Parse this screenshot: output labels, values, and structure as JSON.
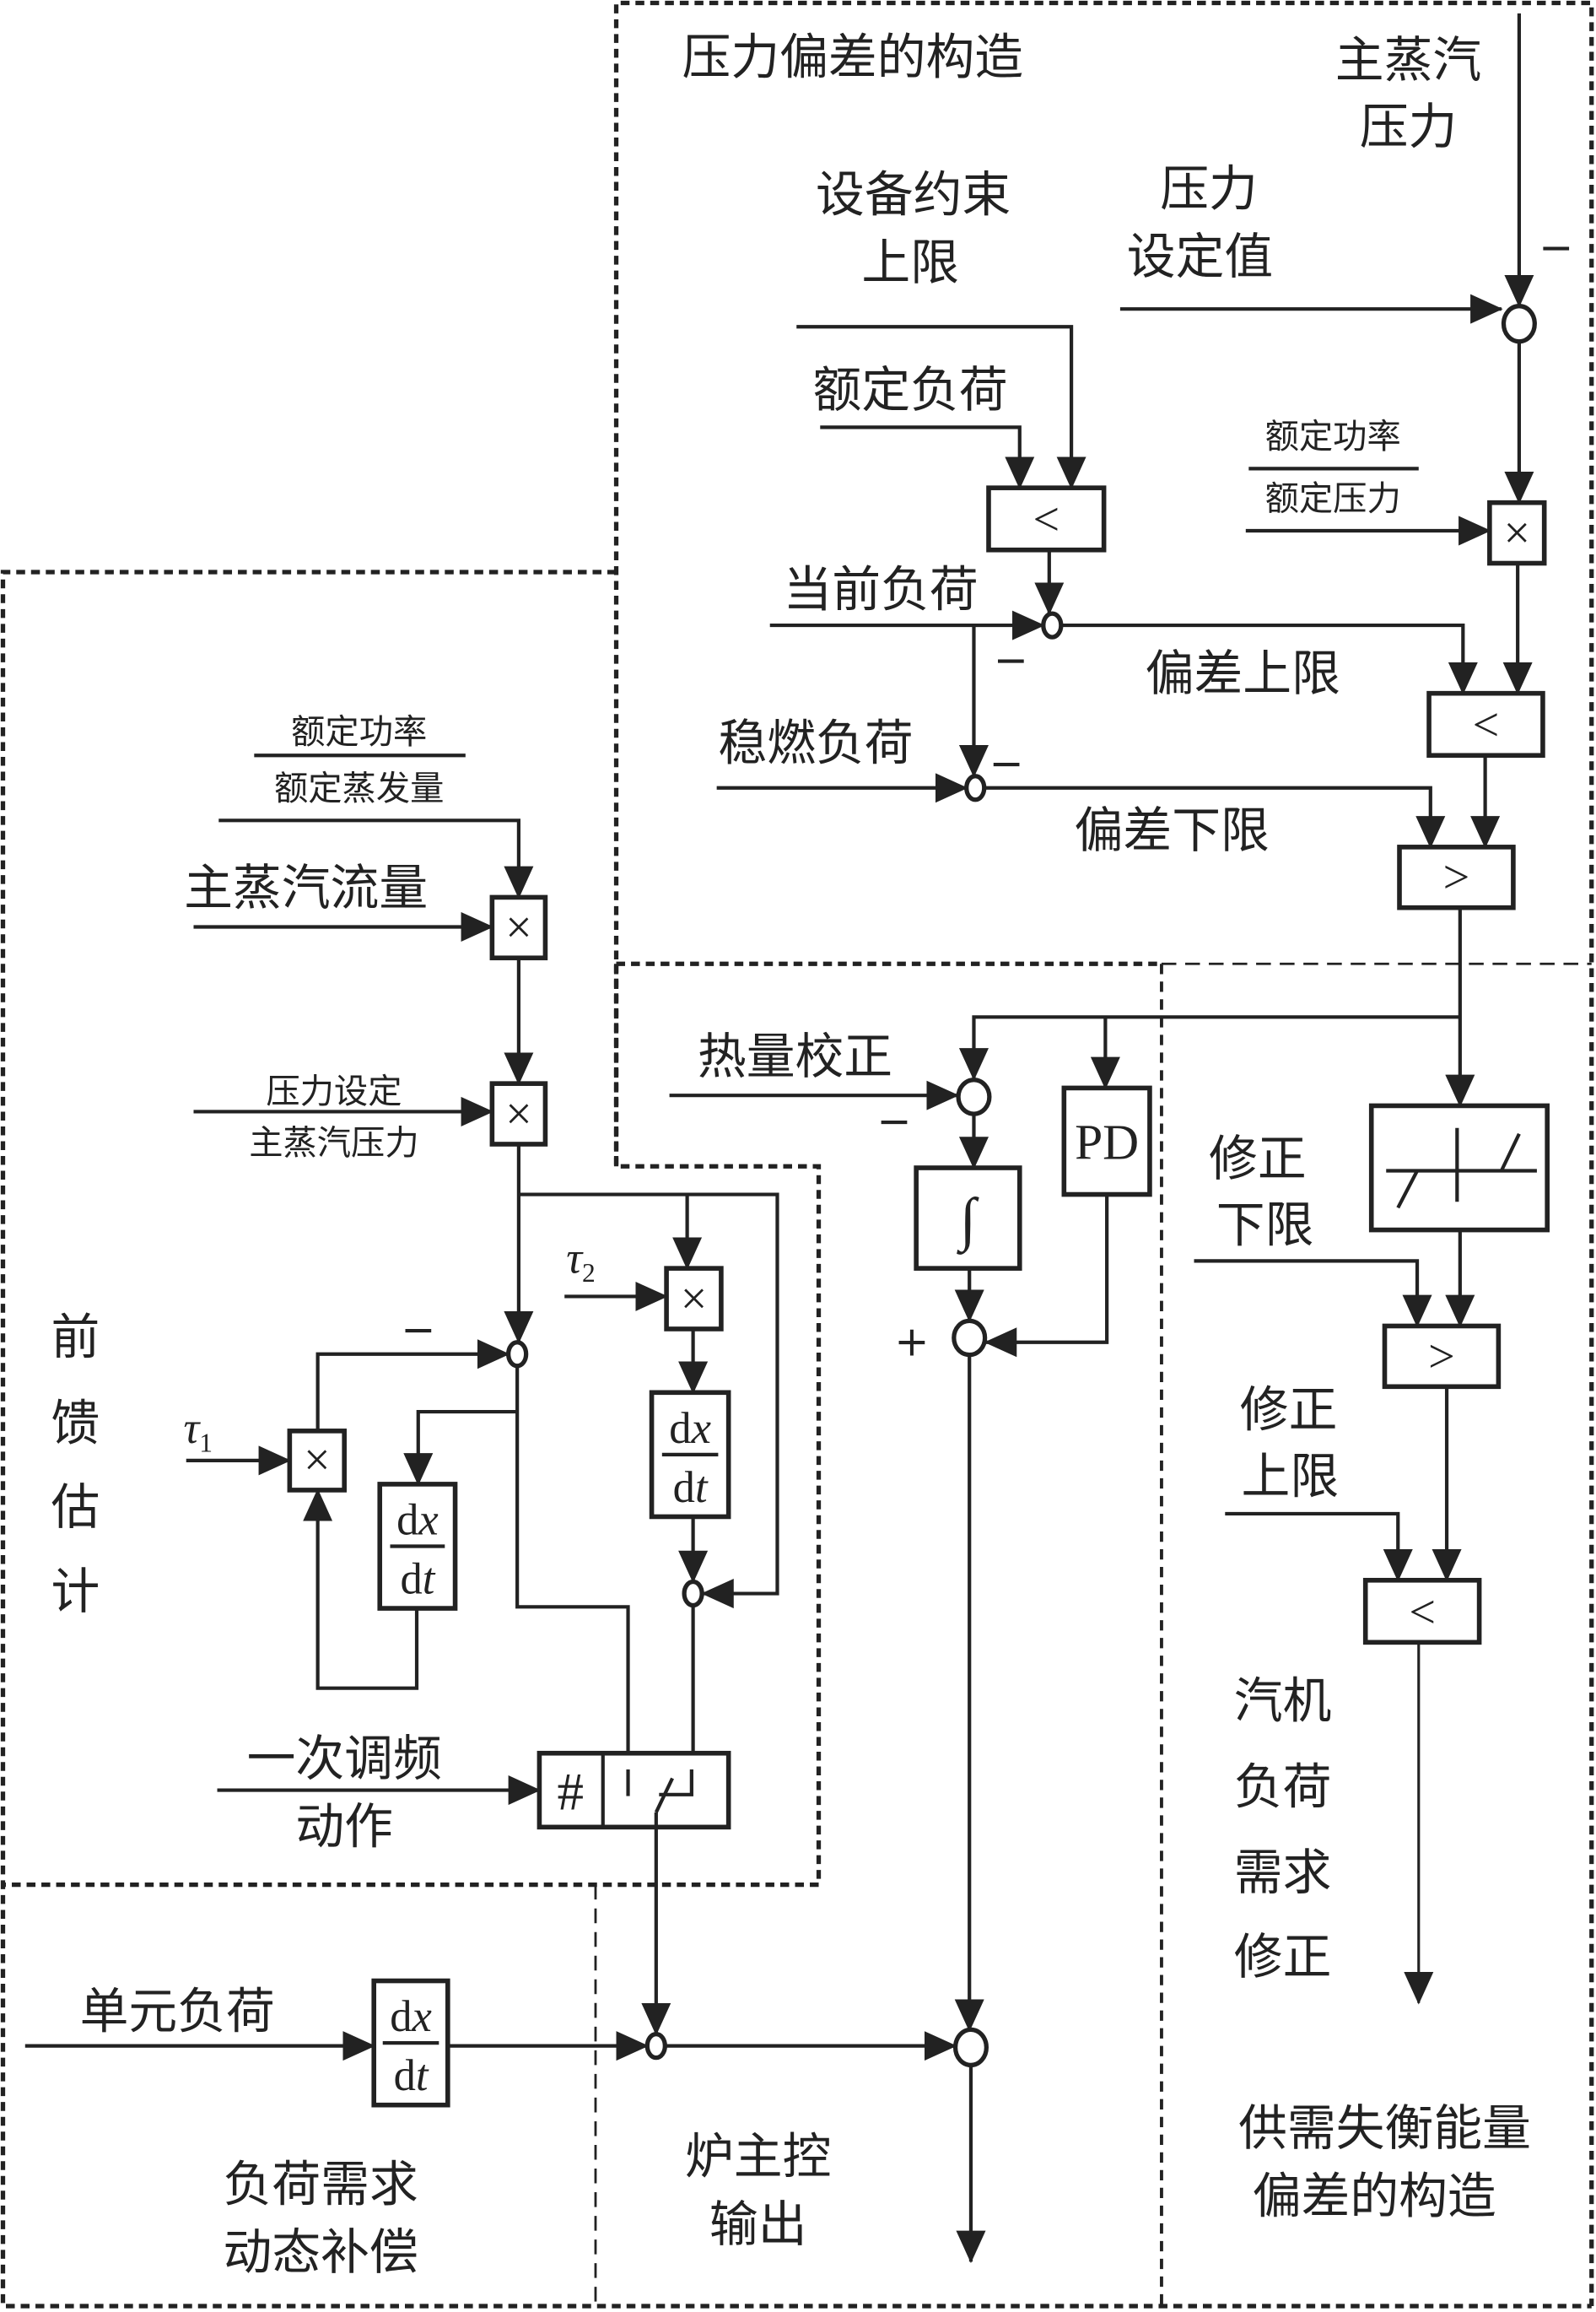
{
  "common": {
    "multiply_symbol": "×",
    "min_symbol": "<",
    "max_symbol": ">",
    "minus": "−",
    "plus": "+",
    "derivative": {
      "d": "d",
      "numerator_var": "x",
      "denominator_var": "t"
    }
  },
  "pressure_deviation": {
    "title": "压力偏差的构造",
    "main_steam_pressure": [
      "主蒸汽",
      "压力"
    ],
    "pressure_setpoint": [
      "压力",
      "设定值"
    ],
    "equipment_limit": [
      "设备约束",
      "上限"
    ],
    "rated_load": "额定负荷",
    "current_load": "当前负荷",
    "stable_combustion_load": "稳燃负荷",
    "deviation_upper": "偏差上限",
    "deviation_lower": "偏差下限",
    "rated_ratio": {
      "numerator": "额定功率",
      "denominator": "额定压力"
    }
  },
  "feedforward_estimation": {
    "title_chars": [
      "前",
      "馈",
      "估",
      "计"
    ],
    "rated_ratio": {
      "numerator": "额定功率",
      "denominator": "额定蒸发量"
    },
    "main_steam_flow": "主蒸汽流量",
    "pressure_ratio": {
      "numerator": "压力设定",
      "denominator": "主蒸汽压力"
    },
    "tau": {
      "symbol": "τ",
      "sub_1": "1",
      "sub_2": "2"
    },
    "primary_frequency_action": [
      "一次调频",
      "动作"
    ],
    "switch_selector": "#"
  },
  "boiler_master": {
    "heat_correction": "热量校正",
    "integrator": "∫",
    "pd": "PD",
    "title": [
      "炉主控",
      "输出"
    ]
  },
  "supply_demand_imbalance": {
    "correction_lower_limit": [
      "修正",
      "下限"
    ],
    "correction_upper_limit": [
      "修正",
      "上限"
    ],
    "turbine_load_demand_correction": [
      "汽机",
      "负荷",
      "需求",
      "修正"
    ],
    "title": [
      "供需失衡能量",
      "偏差的构造"
    ]
  },
  "load_demand_compensation": {
    "unit_load": "单元负荷",
    "title": [
      "负荷需求",
      "动态补偿"
    ]
  }
}
